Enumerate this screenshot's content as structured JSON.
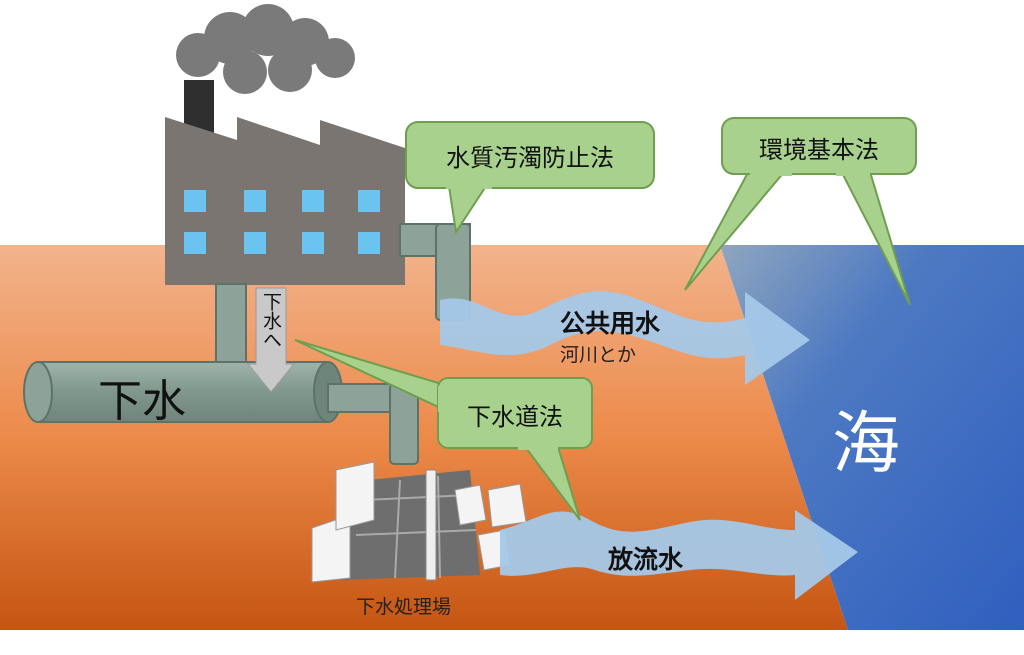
{
  "labels": {
    "sewer": "下水",
    "to_sewer": "下水へ",
    "water_pollution_law": "水質汚濁防止法",
    "environment_law": "環境基本法",
    "sewerage_law": "下水道法",
    "public_water": "公共用水",
    "public_water_sub": "河川とか",
    "discharge_water": "放流水",
    "treatment_plant": "下水処理場",
    "sea": "海"
  },
  "colors": {
    "land_top": "#f2b690",
    "land_bottom": "#c85a14",
    "sea": "#3566c2",
    "callout_fill": "#a9d18e",
    "callout_stroke": "#6f9e4f",
    "pipe": "#8da39a",
    "factory": "#7b7571",
    "window": "#6bc4ef",
    "smoke": "#7c7c7c",
    "water_flow": "#a4c8e8"
  },
  "icons": [
    "factory-icon",
    "smoke-icon",
    "pipe-icon",
    "water-flow-arrow",
    "treatment-plant-icon"
  ]
}
